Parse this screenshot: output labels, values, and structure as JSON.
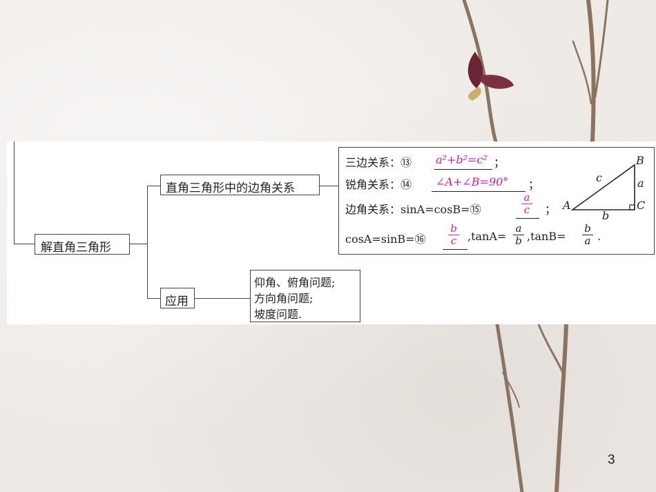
{
  "tree": {
    "root_label": "解直角三角形",
    "branch_relations_label": "直角三角形中的边角关系",
    "branch_application_label": "应用"
  },
  "relations": {
    "sides_prefix": "三边关系：⑬",
    "sides_answer": "a²+b²=c²",
    "sides_suffix": "；",
    "angles_prefix": "锐角关系：⑭",
    "angles_answer": "∠A+∠B=90°",
    "angles_suffix": "；",
    "edge_prefix": "边角关系：sinA=cosB=⑮",
    "edge_num": "a",
    "edge_den": "c",
    "edge_suffix": "；",
    "cos_prefix": "cosA=sinB=⑯",
    "cos_num": "b",
    "cos_den": "c",
    "tan_a_prefix": ",tanA=",
    "tan_a_num": "a",
    "tan_a_den": "b",
    "tan_b_prefix": ",tanB=",
    "tan_b_num": "b",
    "tan_b_den": "a",
    "end_mark": "."
  },
  "triangle": {
    "vertex_a": "A",
    "vertex_b": "B",
    "vertex_c": "C",
    "side_a": "a",
    "side_b": "b",
    "side_c": "c"
  },
  "applications": {
    "item1": "仰角、俯角问题;",
    "item2": "方向角问题;",
    "item3": "坡度问题."
  },
  "page_number": "3",
  "colors": {
    "answer": "#d0219a"
  }
}
